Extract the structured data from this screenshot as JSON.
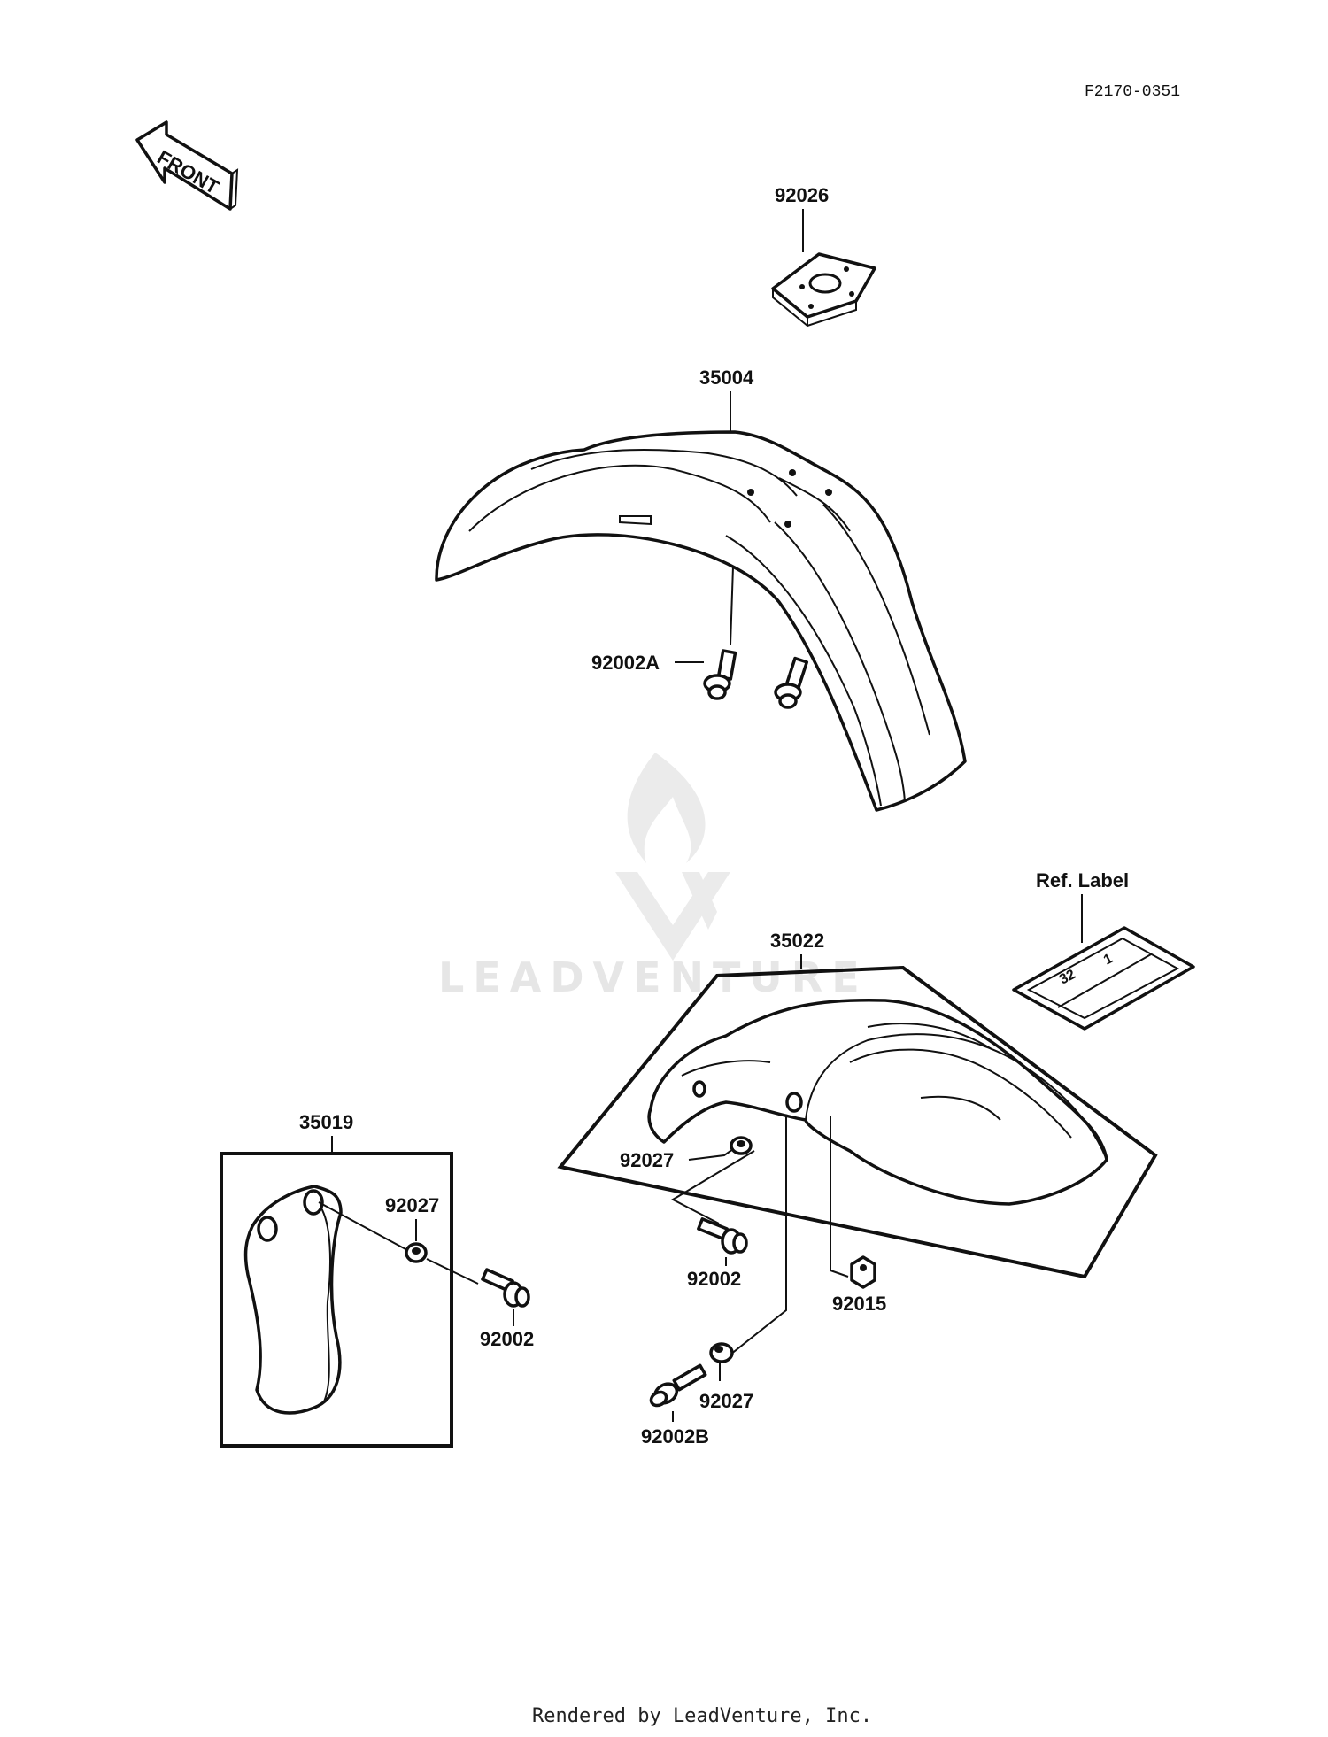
{
  "figure_code": "F2170-0351",
  "direction_marker": "FRONT",
  "parts": {
    "p92026": "92026",
    "p35004": "35004",
    "p92002A": "92002A",
    "p35022": "35022",
    "ref_label": "Ref. Label",
    "p35019": "35019",
    "p92027_left": "92027",
    "p92002_left": "92002",
    "p92027_mid": "92027",
    "p92002_mid": "92002",
    "p92015": "92015",
    "p92027_low": "92027",
    "p92002B": "92002B"
  },
  "label_sticker": {
    "number_a": "32",
    "number_b": "1"
  },
  "watermark": {
    "text": "LEADVENTURE",
    "icon": "flame-v-logo-icon"
  },
  "footer": "Rendered by LeadVenture, Inc."
}
